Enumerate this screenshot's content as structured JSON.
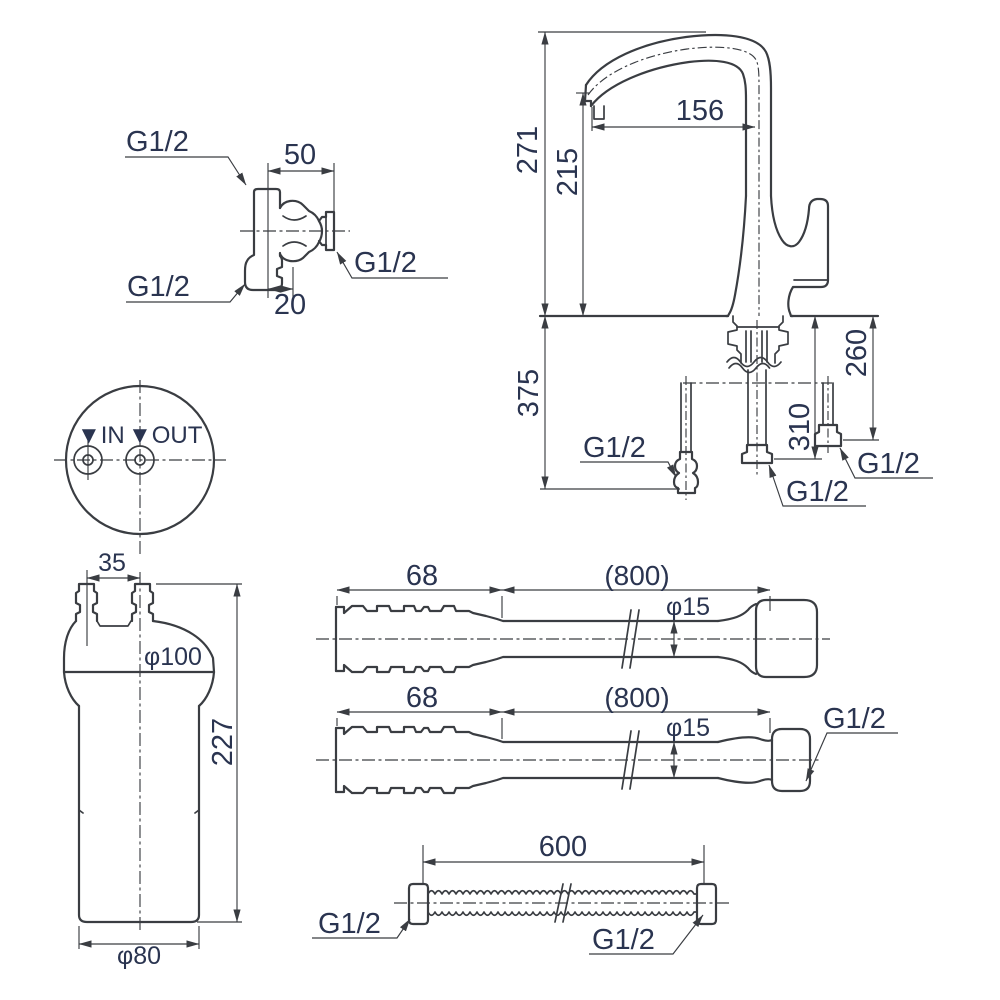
{
  "drawing": {
    "background": "#ffffff",
    "line_color": "#3a3d42",
    "text_color": "#2a3450",
    "valve": {
      "g12_top": "G1/2",
      "g12_bottom": "G1/2",
      "g12_right": "G1/2",
      "dim_width": "50",
      "dim_offset": "20"
    },
    "faucet": {
      "dim_total_height": "271",
      "dim_spout_height": "215",
      "dim_spout_reach": "156",
      "dim_under_counter": "375",
      "dim_hose_right": "260",
      "dim_hose_center": "310",
      "g12_left": "G1/2",
      "g12_center": "G1/2",
      "g12_right": "G1/2"
    },
    "filter_top_view": {
      "in_label": "▼IN",
      "out_label": "▼OUT"
    },
    "filter_side_view": {
      "dim_port_pitch": "35",
      "dim_body_dia": "φ100",
      "dim_height": "227",
      "dim_base_dia": "φ80"
    },
    "hose_a": {
      "dim_end": "68",
      "dim_length": "(800)",
      "dim_dia": "φ15"
    },
    "hose_b": {
      "dim_end": "68",
      "dim_length": "(800)",
      "dim_dia": "φ15",
      "g12_end": "G1/2"
    },
    "hose_c": {
      "dim_length": "600",
      "g12_left": "G1/2",
      "g12_right": "G1/2"
    }
  }
}
